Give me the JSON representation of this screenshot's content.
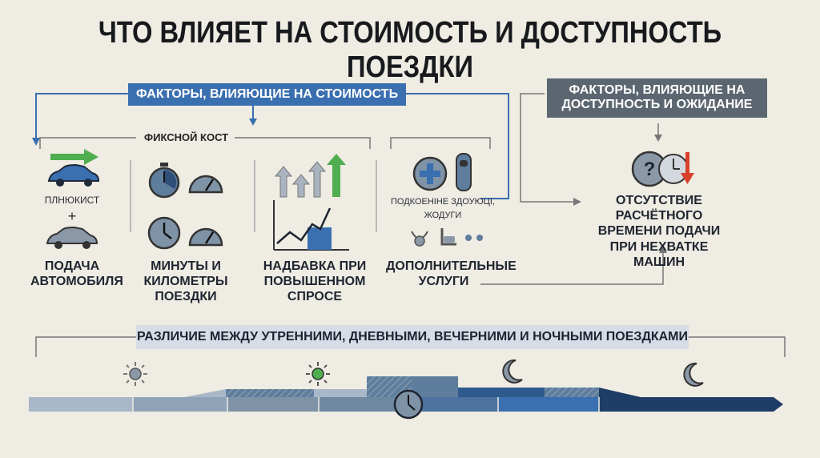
{
  "title": "ЧТО ВЛИЯЕТ НА СТОИМОСТЬ И ДОСТУПНОСТЬ ПОЕЗДКИ",
  "cost_factors": {
    "header": "ФАКТОРЫ, ВЛИЯЮЩИЕ НА СТОИМОСТЬ",
    "fixed_cost_label": "ФИКСНОЙ КОСТ",
    "items": [
      {
        "label": "ПОДАЧА АВТОМОБИЛЯ",
        "sublabel": "ПЛНЮКИСТ",
        "plus": "+"
      },
      {
        "label": "МИНУТЫ И КИЛОМЕТРЫ ПОЕЗДКИ"
      },
      {
        "label": "НАДБАВКА ПРИ ПОВЫШЕННОМ СПРОСЕ"
      },
      {
        "label": "ДОПОЛНИТЕЛЬНЫЕ УСЛУГИ",
        "sublabel": "ПОДКОЕНІНЕ ЗДОУЮЦІ, ЖОДУГИ"
      }
    ]
  },
  "availability_factors": {
    "header": "ФАКТОРЫ, ВЛИЯЮЩИЕ НА ДОСТУПНОСТЬ И ОЖИДАНИЕ",
    "items": [
      {
        "label": "ОТСУТСТВИЕ РАСЧЁТНОГО ВРЕМЕНИ ПОДАЧИ ПРИ НЕХВАТКЕ МАШИН"
      }
    ]
  },
  "timeline": {
    "banner": "РАЗЛИЧИЕ МЕЖДУ УТРЕННИМИ, ДНЕВНЫМИ, ВЕЧЕРНИМИ И НОЧНЫМИ ПОЕЗДКАМИ"
  },
  "colors": {
    "accent_blue": "#3a6fb0",
    "header_grey": "#5b6670",
    "green": "#4fae4f",
    "red": "#d9402b",
    "navy": "#1f3d66"
  }
}
